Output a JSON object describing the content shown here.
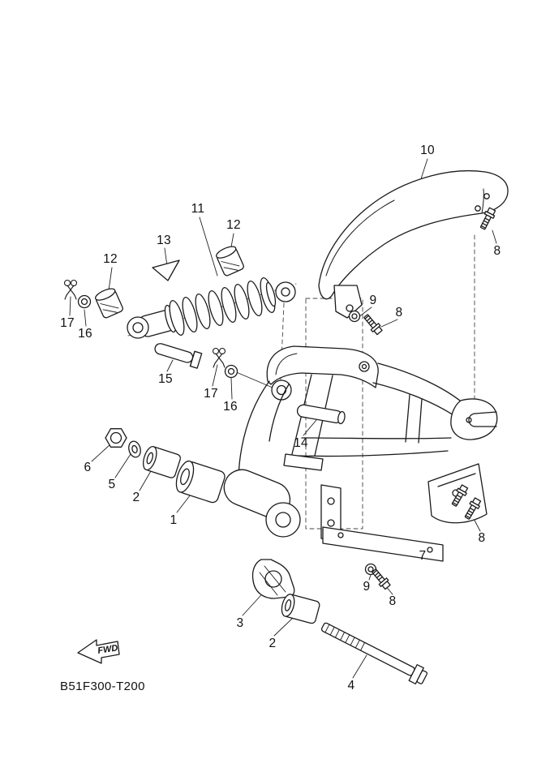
{
  "drawing_code": "B51F300-T200",
  "fwd_label": "FWD",
  "labels": [
    {
      "text": "10"
    },
    {
      "text": "11"
    },
    {
      "text": "12"
    },
    {
      "text": "13"
    },
    {
      "text": "12"
    },
    {
      "text": "17"
    },
    {
      "text": "16"
    },
    {
      "text": "15"
    },
    {
      "text": "17"
    },
    {
      "text": "16"
    },
    {
      "text": "9"
    },
    {
      "text": "8"
    },
    {
      "text": "8"
    },
    {
      "text": "14"
    },
    {
      "text": "6"
    },
    {
      "text": "5"
    },
    {
      "text": "2"
    },
    {
      "text": "1"
    },
    {
      "text": "8"
    },
    {
      "text": "7"
    },
    {
      "text": "9"
    },
    {
      "text": "8"
    },
    {
      "text": "3"
    },
    {
      "text": "2"
    },
    {
      "text": "4"
    }
  ]
}
